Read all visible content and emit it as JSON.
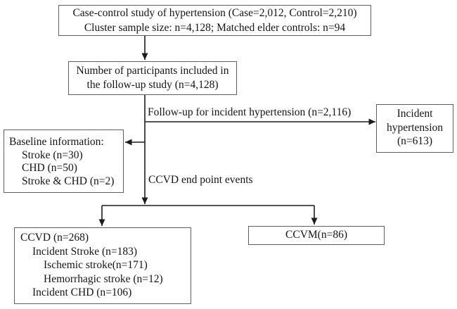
{
  "colors": {
    "line": "#1c1c1c",
    "box_border": "#5f5f5f",
    "text": "#141414",
    "background": "#ffffff"
  },
  "flow": {
    "study_box": {
      "line1": "Case-control study of hypertension (Case=2,012, Control=2,210)",
      "line2": "Cluster sample size: n=4,128; Matched elder controls: n=94"
    },
    "participants_box": {
      "line1": "Number of participants included in",
      "line2": "the follow-up study (n=4,128)"
    },
    "follow_up_label": "Follow-up for incident hypertension (n=2,116)",
    "incident_hypertension_box": {
      "line1": "Incident",
      "line2": "hypertension",
      "line3": "(n=613)"
    },
    "baseline_box": {
      "title": "Baseline information:",
      "item1": "Stroke (n=30)",
      "item2": "CHD (n=50)",
      "item3": "Stroke & CHD (n=2)"
    },
    "ccvd_events_label": "CCVD end point events",
    "ccvd_box": {
      "line1": "CCVD (n=268)",
      "line2": "Incident Stroke (n=183)",
      "line3": "Ischemic stroke(n=171)",
      "line4": "Hemorrhagic stroke (n=12)",
      "line5": "Incident CHD (n=106)"
    },
    "ccvm_box": {
      "line1": "CCVM(n=86)"
    }
  }
}
